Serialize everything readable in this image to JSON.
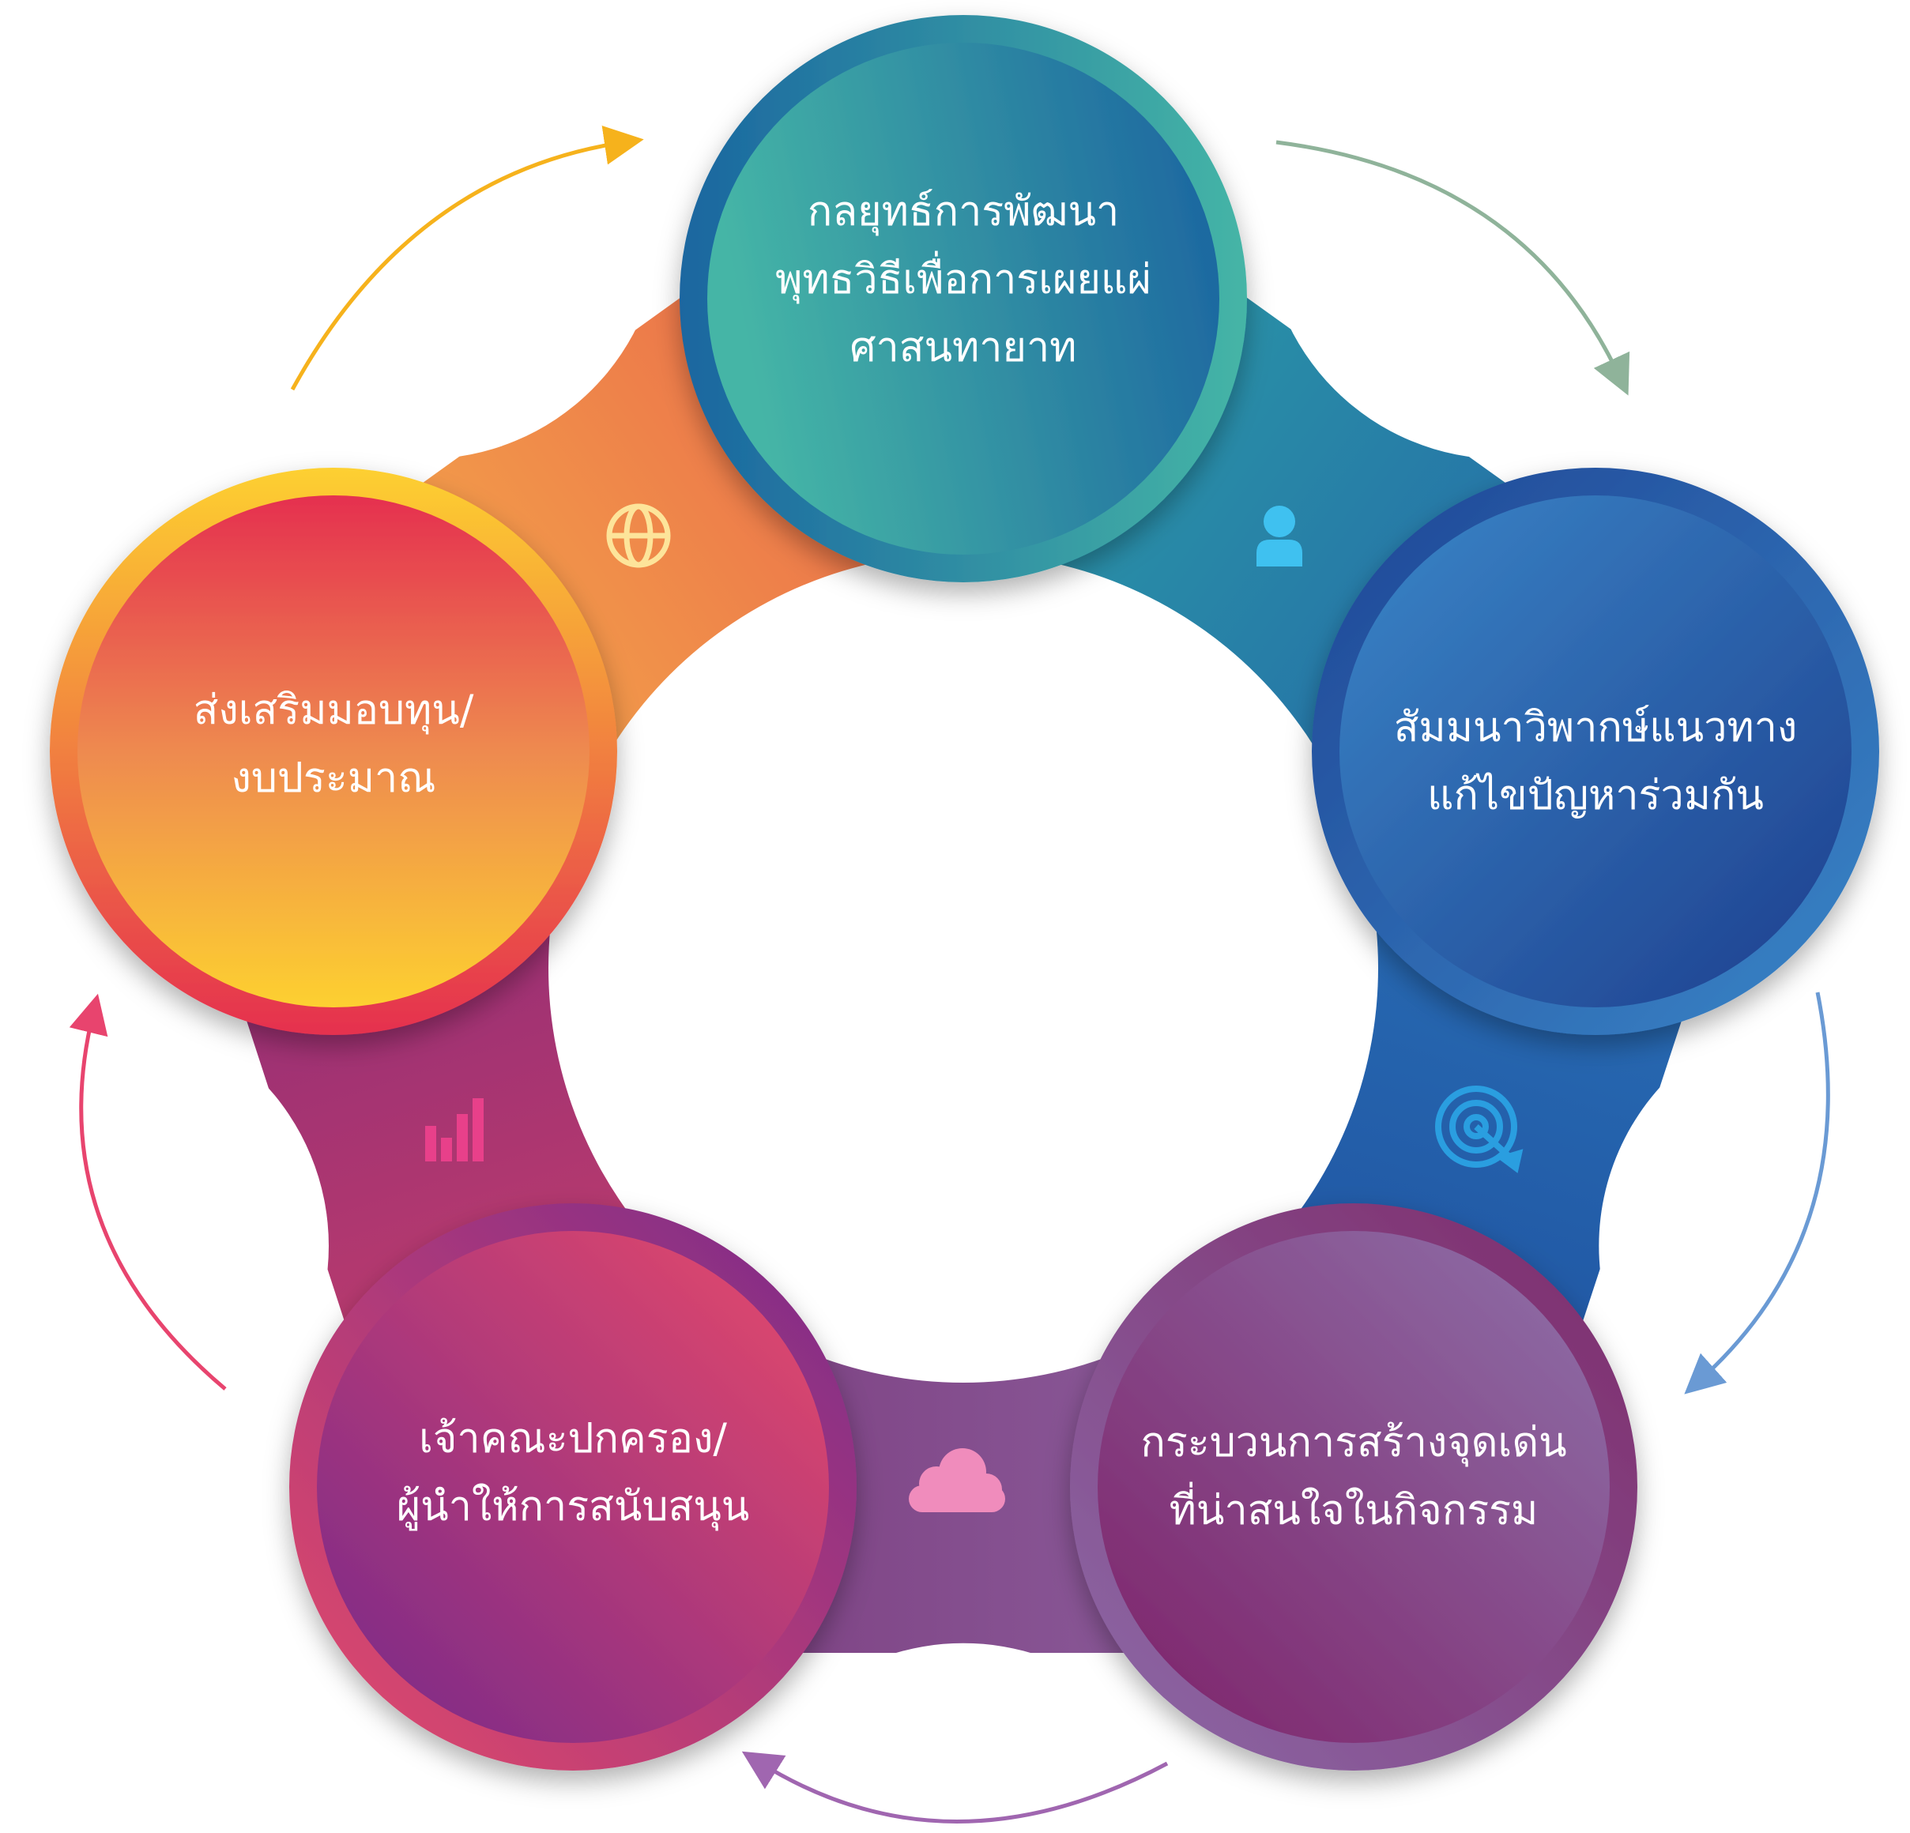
{
  "steps": [
    {
      "lines": [
        "กลยุทธ์การพัฒนา",
        "พุทธวิธีเพื่อการเผยแผ่",
        "ศาสนทายาท"
      ],
      "icon": "person-icon"
    },
    {
      "lines": [
        "สัมมนาวิพากษ์แนวทาง",
        "แก้ไขปัญหาร่วมกัน"
      ],
      "icon": "target-icon"
    },
    {
      "lines": [
        "กระบวนการสร้างจุดเด่น",
        "ที่น่าสนใจในกิจกรรม"
      ],
      "icon": "cloud-icon"
    },
    {
      "lines": [
        "เจ้าคณะปกครอง/",
        "ผู้นำให้การสนับสนุน"
      ],
      "icon": "bar-chart-icon"
    },
    {
      "lines": [
        "ส่งเสริมมอบทุน/",
        "งบประมาณ"
      ],
      "icon": "globe-icon"
    }
  ],
  "colors": {
    "teal": "#45b5a6",
    "blue": "#1f4f9e",
    "purple": "#8a5a95",
    "magenta": "#c13a70",
    "orange": "#f29a4a",
    "yellow": "#fdd030"
  }
}
